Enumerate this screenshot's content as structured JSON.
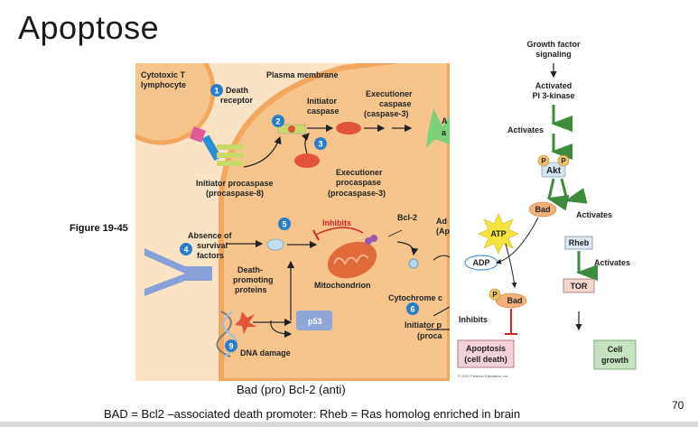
{
  "slide": {
    "title": "Apoptose",
    "figure_label": "Figure 19-45",
    "caption_1": "Bad (pro) Bcl-2 (anti)",
    "caption_2": "BAD = Bcl2 –associated death promoter: Rheb = Ras homolog enriched in brain",
    "page_number": "70"
  },
  "left_figure": {
    "cytotoxic": [
      "Cytotoxic T",
      "lymphocyte"
    ],
    "plasma_membrane": "Plasma membrane",
    "death_receptor": [
      "Death",
      "receptor"
    ],
    "initiator_caspase": [
      "Initiator",
      "caspase"
    ],
    "executioner_caspase": [
      "Executioner",
      "caspase",
      "(caspase-3)"
    ],
    "initiator_procaspase": [
      "Initiator procaspase",
      "(procaspase-8)"
    ],
    "executioner_procaspase": [
      "Executioner",
      "procaspase",
      "(procaspase-3)"
    ],
    "absence_survival": [
      "Absence of",
      "survival",
      "factors"
    ],
    "inhibits": "Inhibits",
    "bcl2": "Bcl-2",
    "death_promoting": [
      "Death-",
      "promoting",
      "proteins"
    ],
    "mitochondrion": "Mitochondrion",
    "cytochrome": "Cytochrome c",
    "p53": "p53",
    "dna_damage": "DNA damage",
    "initiator_p": [
      "Initiator p",
      "(proca"
    ],
    "cut_text": [
      "A",
      "a",
      "Ad",
      "(Ap"
    ],
    "step_numbers": [
      "1",
      "2",
      "3",
      "4",
      "5",
      "6",
      "9"
    ]
  },
  "right_figure": {
    "growth_factor": [
      "Growth factor",
      "signaling"
    ],
    "activated_pi3k": [
      "Activated",
      "PI 3-kinase"
    ],
    "activates": "Activates",
    "p": "P",
    "akt": "Akt",
    "bad": "Bad",
    "atp": "ATP",
    "adp": "ADP",
    "rheb": "Rheb",
    "tor": "TOR",
    "inhibits": "Inhibits",
    "apoptosis": [
      "Apoptosis",
      "(cell death)"
    ],
    "cell_growth": [
      "Cell",
      "growth"
    ],
    "copyright": "© 2012 Pearson Education, Inc."
  },
  "colors": {
    "cell_fill": "#f7c58c",
    "membrane": "#f3a860",
    "green_arrow": "#3d8b3d",
    "inhibit_red": "#d2232a",
    "step_blue": "#2a7dc9",
    "apoptosis_box": "#f2d2d8",
    "growth_box": "#c6e2c0",
    "rheb_box": "#dfe8f2",
    "tor_box": "#f0d6cc",
    "bad_oval": "#f4b07a",
    "atp_star": "#f5e33b"
  }
}
